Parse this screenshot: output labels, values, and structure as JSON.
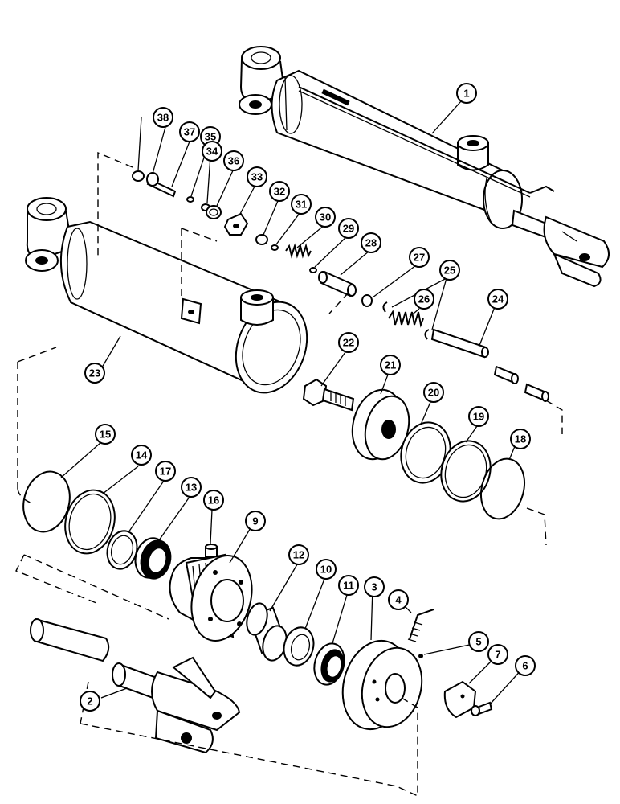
{
  "callouts": {
    "c1": "1",
    "c2": "2",
    "c3": "3",
    "c4": "4",
    "c5": "5",
    "c6": "6",
    "c7": "7",
    "c9": "9",
    "c10": "10",
    "c11": "11",
    "c12": "12",
    "c13": "13",
    "c14": "14",
    "c15": "15",
    "c16": "16",
    "c17": "17",
    "c18": "18",
    "c19": "19",
    "c20": "20",
    "c21": "21",
    "c22": "22",
    "c23": "23",
    "c24": "24",
    "c25": "25",
    "c26": "26",
    "c27": "27",
    "c28": "28",
    "c29": "29",
    "c30": "30",
    "c31": "31",
    "c32": "32",
    "c33": "33",
    "c34": "34",
    "c35": "35",
    "c36": "36",
    "c37": "37",
    "c38": "38"
  }
}
